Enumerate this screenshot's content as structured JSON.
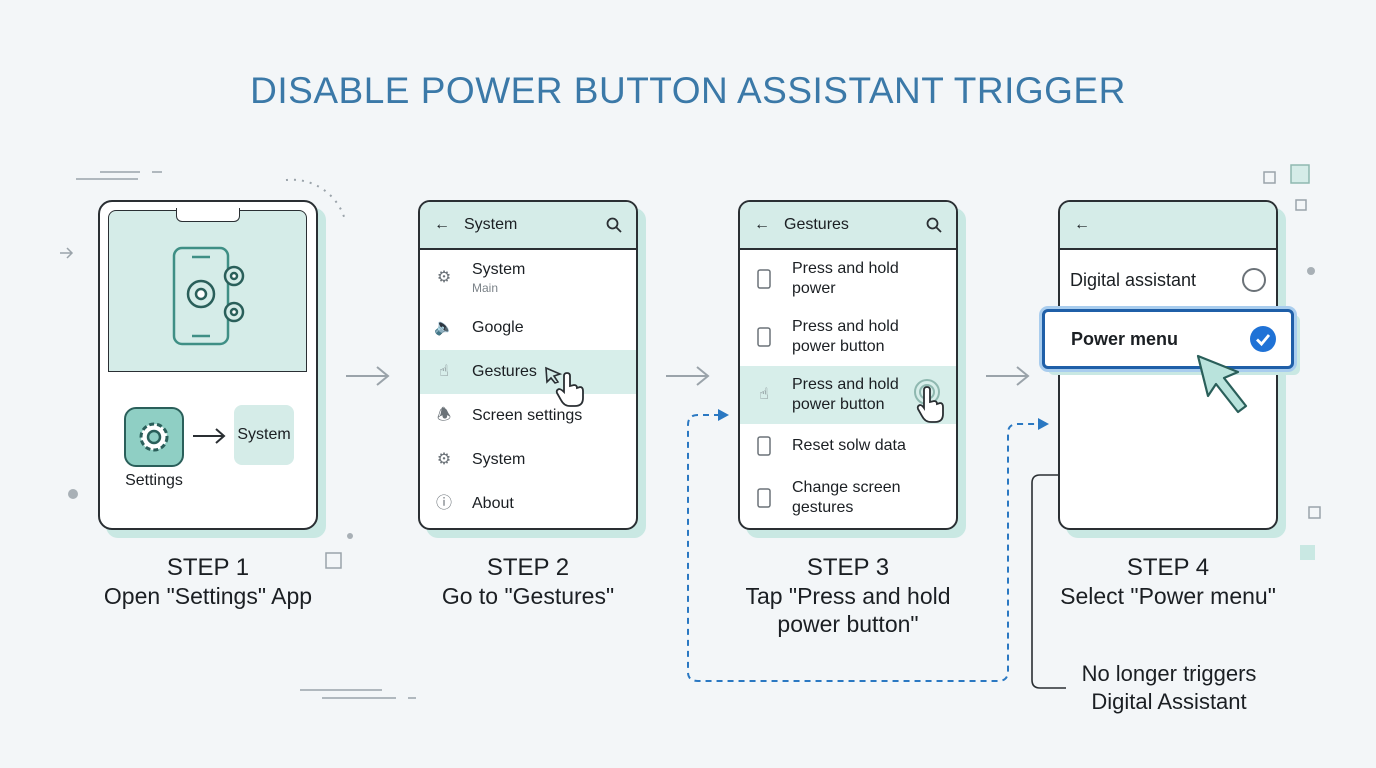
{
  "title": "DISABLE POWER BUTTON ASSISTANT TRIGGER",
  "colors": {
    "accent": "#3b79a8",
    "mint": "#d5ece8",
    "blue": "#1f72d6"
  },
  "step1": {
    "app_label": "Settings",
    "target_label": "System",
    "step": "STEP 1",
    "caption": "Open \"Settings\" App"
  },
  "step2": {
    "header": "System",
    "items": [
      {
        "label": "System",
        "sub": "Main",
        "icon": "gear-icon"
      },
      {
        "label": "Google",
        "icon": "speaker-icon"
      },
      {
        "label": "Gestures",
        "icon": "hand-icon"
      },
      {
        "label": "Screen settings",
        "icon": "bell-icon"
      },
      {
        "label": "System",
        "icon": "gear-icon"
      },
      {
        "label": "About",
        "icon": "info-icon"
      }
    ],
    "step": "STEP 2",
    "caption": "Go to \"Gestures\""
  },
  "step3": {
    "header": "Gestures",
    "items": [
      {
        "label": "Press and hold power",
        "icon": "phone-icon"
      },
      {
        "label": "Press and hold power button",
        "icon": "phone-icon"
      },
      {
        "label": "Press and hold power button",
        "icon": "hand-icon"
      },
      {
        "label": "Reset solw data",
        "icon": "phone-icon"
      },
      {
        "label": "Change screen gestures",
        "icon": "phone-icon"
      }
    ],
    "step": "STEP 3",
    "caption1": "Tap \"Press and hold",
    "caption2": "power button\""
  },
  "step4": {
    "options": [
      {
        "label": "Digital assistant",
        "selected": false
      },
      {
        "label": "Power menu",
        "selected": true
      }
    ],
    "step": "STEP 4",
    "caption": "Select \"Power menu\"",
    "note1": "No longer triggers",
    "note2": "Digital Assistant"
  }
}
